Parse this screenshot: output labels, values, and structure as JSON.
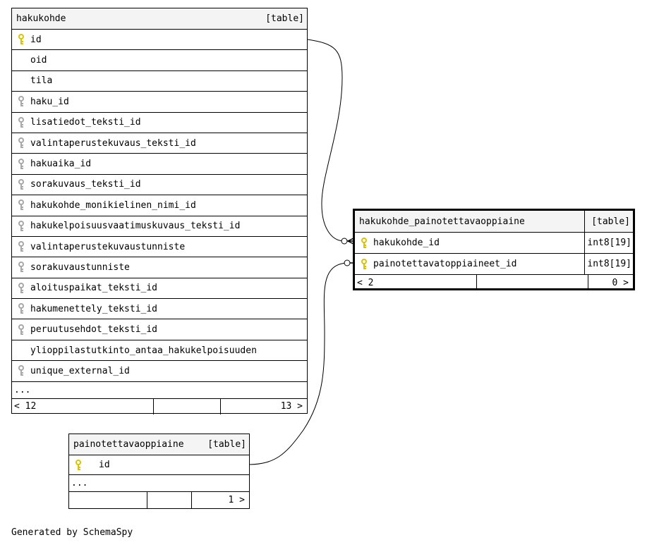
{
  "tables": {
    "hakukohde": {
      "name": "hakukohde",
      "tag": "[table]",
      "columns": [
        {
          "name": "id",
          "key": "primary"
        },
        {
          "name": "oid",
          "key": "none"
        },
        {
          "name": "tila",
          "key": "none"
        },
        {
          "name": "haku_id",
          "key": "foreign"
        },
        {
          "name": "lisatiedot_teksti_id",
          "key": "foreign"
        },
        {
          "name": "valintaperustekuvaus_teksti_id",
          "key": "foreign"
        },
        {
          "name": "hakuaika_id",
          "key": "foreign"
        },
        {
          "name": "sorakuvaus_teksti_id",
          "key": "foreign"
        },
        {
          "name": "hakukohde_monikielinen_nimi_id",
          "key": "foreign"
        },
        {
          "name": "hakukelpoisuusvaatimuskuvaus_teksti_id",
          "key": "foreign"
        },
        {
          "name": "valintaperustekuvaustunniste",
          "key": "foreign"
        },
        {
          "name": "sorakuvaustunniste",
          "key": "foreign"
        },
        {
          "name": "aloituspaikat_teksti_id",
          "key": "foreign"
        },
        {
          "name": "hakumenettely_teksti_id",
          "key": "foreign"
        },
        {
          "name": "peruutusehdot_teksti_id",
          "key": "foreign"
        },
        {
          "name": "ylioppilastutkinto_antaa_hakukelpoisuuden",
          "key": "none"
        },
        {
          "name": "unique_external_id",
          "key": "foreign"
        }
      ],
      "more": "...",
      "footer_left": "< 12",
      "footer_right": "13 >"
    },
    "hakukohde_painotettavaoppiaine": {
      "name": "hakukohde_painotettavaoppiaine",
      "tag": "[table]",
      "columns": [
        {
          "name": "hakukohde_id",
          "type": "int8[19]",
          "key": "primary"
        },
        {
          "name": "painotettavatoppiaineet_id",
          "type": "int8[19]",
          "key": "primary"
        }
      ],
      "footer_left": "< 2",
      "footer_right": "0 >"
    },
    "painotettavaoppiaine": {
      "name": "painotettavaoppiaine",
      "tag": "[table]",
      "columns": [
        {
          "name": "id",
          "key": "primary"
        }
      ],
      "more": "...",
      "footer_right": "1 >"
    }
  },
  "credit": "Generated by SchemaSpy",
  "colors": {
    "primary_key": "#d8c400",
    "foreign_key": "#a8a8a8",
    "header_bg": "#f4f4f4"
  }
}
